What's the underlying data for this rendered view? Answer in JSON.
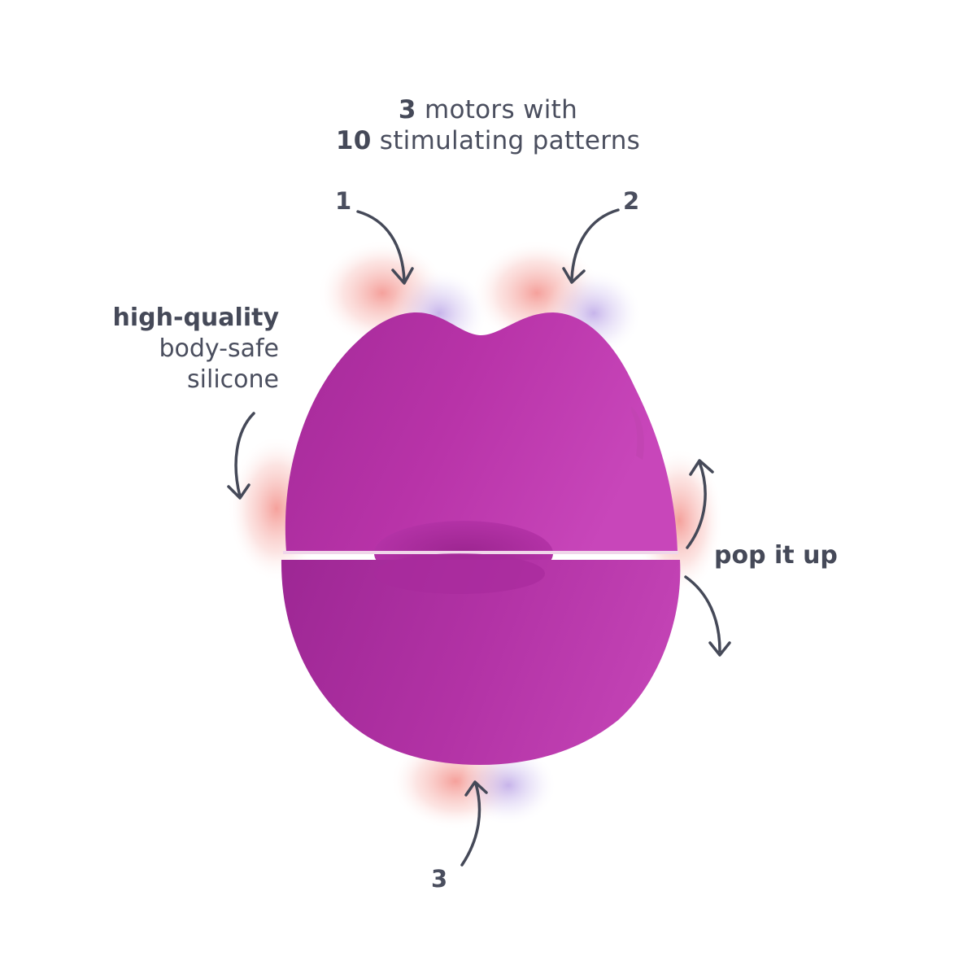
{
  "headline": {
    "line1_bold": "3",
    "line1_rest": " motors with",
    "line2_bold": "10",
    "line2_rest": " stimulating patterns"
  },
  "callouts": {
    "material": {
      "bold": "high-quality",
      "line2": "body-safe",
      "line3": "silicone"
    },
    "pop": {
      "label": "pop it up"
    },
    "motor_numbers": [
      "1",
      "2",
      "3"
    ]
  },
  "colors": {
    "product": "#b52fa5",
    "product_highlight": "#c843b8",
    "product_shadow": "#9a2590",
    "glow_warm": "#f3908a",
    "glow_cool": "#b9a2e6",
    "text": "#4a4e5e",
    "arrow": "#454958"
  },
  "icons": [
    "curved-arrow-down-right",
    "curved-arrow-down-left",
    "curved-arrow-down",
    "curved-arrow-up",
    "curved-arrow-down-right-small"
  ]
}
